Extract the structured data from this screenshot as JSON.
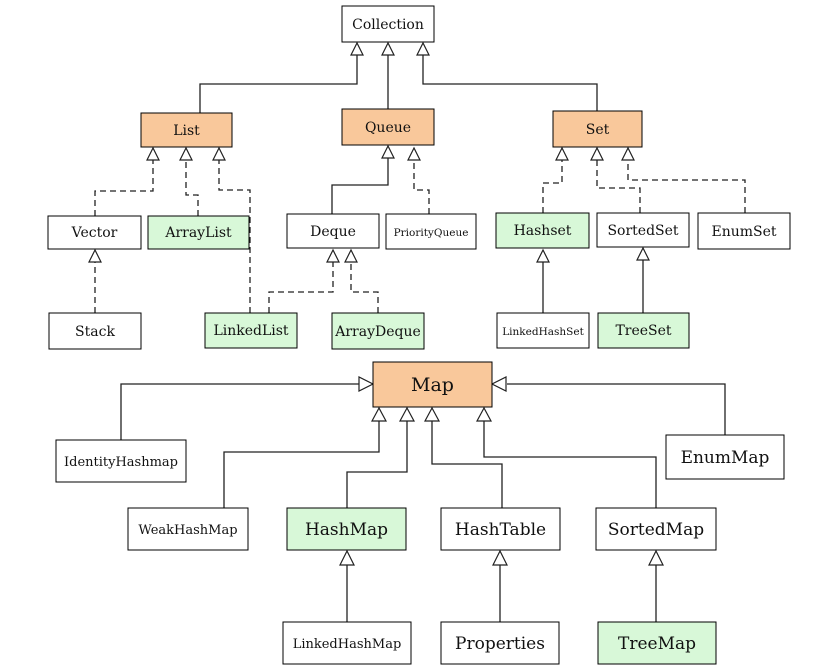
{
  "colors": {
    "interface": "#f9c89b",
    "implementation": "#d8f8d8",
    "plain": "#ffffff",
    "stroke": "#000000"
  },
  "nodes": {
    "collection": "Collection",
    "list": "List",
    "queue": "Queue",
    "set": "Set",
    "vector": "Vector",
    "arraylist": "ArrayList",
    "deque": "Deque",
    "priorityqueue": "PriorityQueue",
    "hashset": "Hashset",
    "sortedset": "SortedSet",
    "enumset": "EnumSet",
    "stack": "Stack",
    "linkedlist": "LinkedList",
    "arraydeque": "ArrayDeque",
    "linkedhashset": "LinkedHashSet",
    "treeset": "TreeSet",
    "map": "Map",
    "identityhashmap": "IdentityHashmap",
    "enummap": "EnumMap",
    "weakhashmap": "WeakHashMap",
    "hashmap": "HashMap",
    "hashtable": "HashTable",
    "sortedmap": "SortedMap",
    "linkedhashmap": "LinkedHashMap",
    "properties": "Properties",
    "treemap": "TreeMap"
  }
}
